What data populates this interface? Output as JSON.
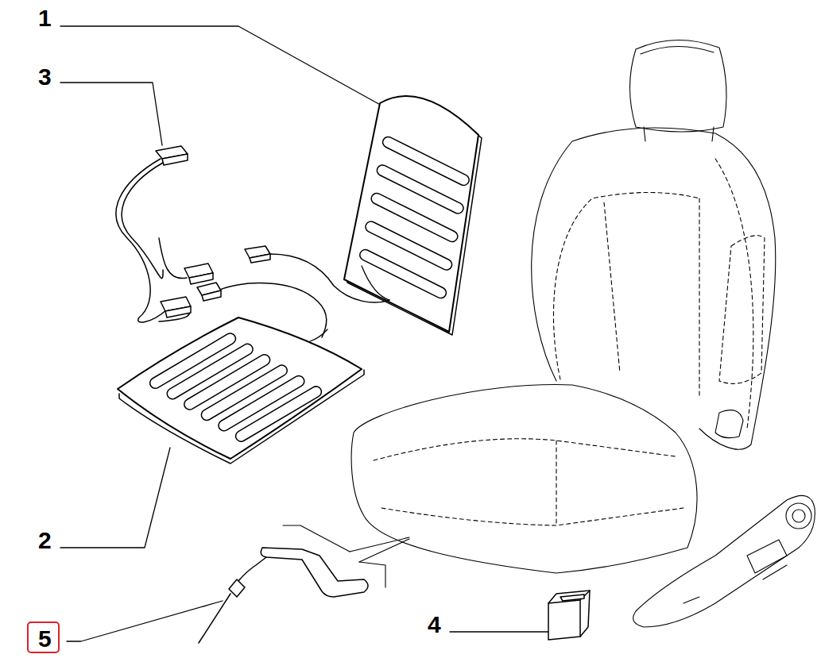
{
  "diagram": {
    "nodes": [
      {
        "text": [
          "5"
        ]
      }
    ],
    "labels": [
      "1",
      "3",
      "2",
      "4"
    ]
  }
}
